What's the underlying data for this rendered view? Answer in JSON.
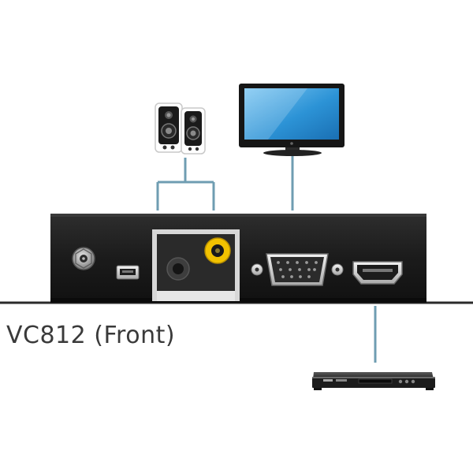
{
  "diagram": {
    "caption": "VC812 (Front)",
    "connected_devices": [
      {
        "name": "speakers-icon"
      },
      {
        "name": "monitor-icon"
      },
      {
        "name": "dvd-player-icon"
      }
    ],
    "ports": [
      {
        "name": "power-jack"
      },
      {
        "name": "mini-usb-port"
      },
      {
        "name": "audio-out-jack"
      },
      {
        "name": "rca-audio-jack"
      },
      {
        "name": "vga-port"
      },
      {
        "name": "hdmi-port"
      }
    ],
    "colors": {
      "device_body": "#1d1d1d",
      "connector_line": "#6f9db2",
      "audio_panel": "#d7d7d7",
      "rca_yellow": "#f2c200",
      "screen_blue": "#2c93d6"
    }
  }
}
